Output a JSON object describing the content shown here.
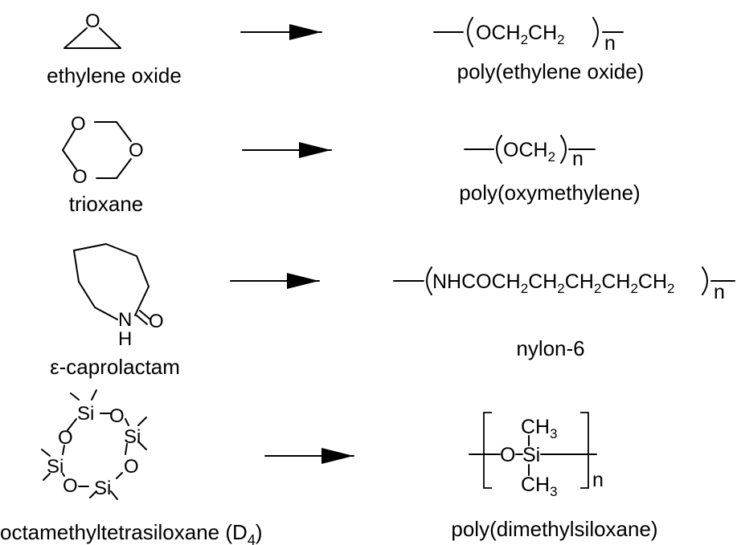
{
  "reactions": [
    {
      "monomer": {
        "name": "ethylene oxide",
        "atoms": [
          "O"
        ]
      },
      "polymer": {
        "formula": [
          "OCH",
          "2",
          "CH",
          "2"
        ],
        "subscript_n": "n",
        "name": "poly(ethylene oxide)"
      }
    },
    {
      "monomer": {
        "name": "trioxane",
        "atoms": [
          "O",
          "O",
          "O"
        ]
      },
      "polymer": {
        "formula": [
          "OCH",
          "2"
        ],
        "subscript_n": "n",
        "name": "poly(oxymethylene)"
      }
    },
    {
      "monomer": {
        "name": "ε-caprolactam",
        "atoms": [
          "N",
          "H",
          "O"
        ]
      },
      "polymer": {
        "formula": [
          "NHCOCH",
          "2",
          "CH",
          "2",
          "CH",
          "2",
          "CH",
          "2",
          "CH",
          "2"
        ],
        "subscript_n": "n",
        "name": "nylon-6"
      }
    },
    {
      "monomer": {
        "name": "octamethyltetrasiloxane (D",
        "name_sub": "4",
        "name_tail": ")",
        "atoms": [
          "Si",
          "O",
          "Si",
          "O",
          "Si",
          "O",
          "Si",
          "O"
        ]
      },
      "polymer": {
        "left": "O",
        "center": "Si",
        "top": [
          "CH",
          "3"
        ],
        "bottom": [
          "CH",
          "3"
        ],
        "subscript_n": "n",
        "name": "poly(dimethylsiloxane)"
      }
    }
  ]
}
